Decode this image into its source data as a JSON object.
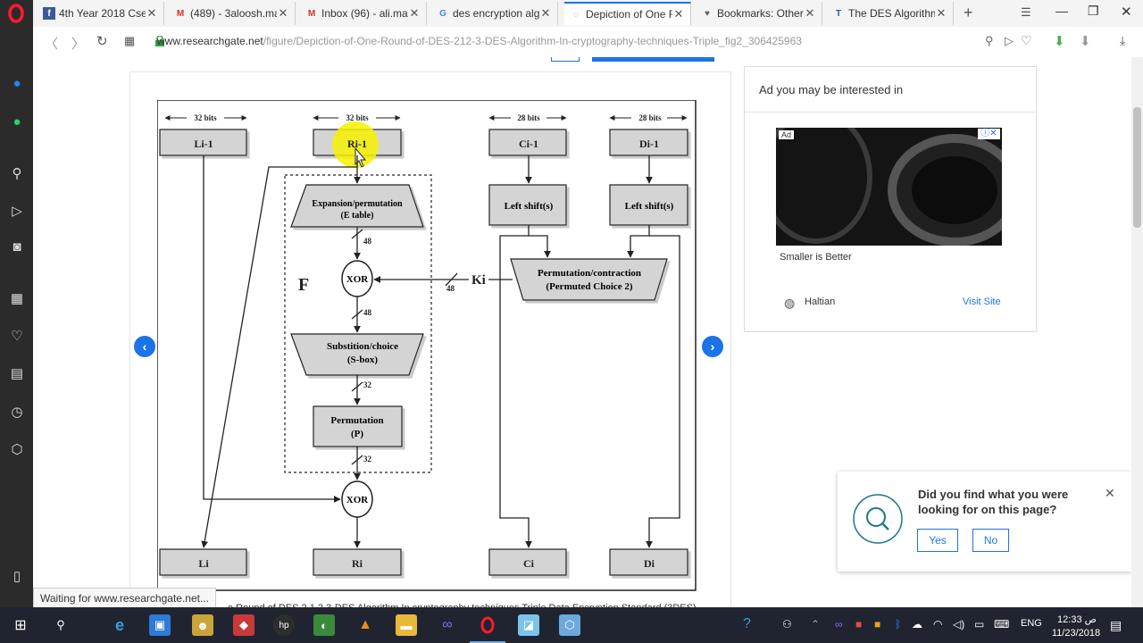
{
  "browser": {
    "tabs": [
      {
        "label": "4th Year 2018 Cse -",
        "icon": "facebook-icon",
        "color": "#3b5998"
      },
      {
        "label": "(489) - 3aloosh.mak",
        "icon": "gmail-icon",
        "color": "#d93025"
      },
      {
        "label": "Inbox (96) - ali.mak",
        "icon": "gmail-icon",
        "color": "#d93025"
      },
      {
        "label": "des encryption algo",
        "icon": "google-icon",
        "color": "#4285f4"
      },
      {
        "label": "Depiction of One Ro",
        "icon": "loading-icon",
        "color": "#888888",
        "active": true
      },
      {
        "label": "Bookmarks: Other b",
        "icon": "heart-icon",
        "color": "#666666"
      },
      {
        "label": "The DES Algorithm",
        "icon": "site-icon",
        "color": "#3b4ea8"
      }
    ],
    "url_domain": "www.researchgate.net",
    "url_path": "/figure/Depiction-of-One-Round-of-DES-212-3-DES-Algorithm-In-cryptography-techniques-Triple_fig2_306425963",
    "status_text": "Waiting for www.researchgate.net..."
  },
  "figure": {
    "caption": "e Round of DES 2.1.2 3-DES Algorithm In cryptography techniques Triple Data Encryption Standard (3DES)",
    "diagram": {
      "bits_32": "32 bits",
      "bits_28": "28 bits",
      "L_prev": "Li-1",
      "R_prev": "Ri-1",
      "C_prev": "Ci-1",
      "D_prev": "Di-1",
      "L_out": "Li",
      "R_out": "Ri",
      "C_out": "Ci",
      "D_out": "Di",
      "expansion_line1": "Expansion/permutation",
      "expansion_line2": "(E table)",
      "xor": "XOR",
      "f_label": "F",
      "k_label": "Ki",
      "sbox_line1": "Substition/choice",
      "sbox_line2": "(S-box)",
      "perm_line1": "Permutation",
      "perm_line2": "(P)",
      "left_shift": "Left shift(s)",
      "pc2_line1": "Permutation/contraction",
      "pc2_line2": "(Permuted Choice 2)",
      "w48": "48",
      "w32": "32"
    }
  },
  "ad": {
    "heading": "Ad you may be interested in",
    "badge": "Ad",
    "tagline": "Smaller is Better",
    "advertiser": "Haltian",
    "cta": "Visit Site"
  },
  "feedback": {
    "question_line1": "Did you find what you were",
    "question_line2": "looking for on this page?",
    "yes": "Yes",
    "no": "No"
  },
  "taskbar": {
    "language": "ENG",
    "time": "12:33 ص",
    "date": "11/23/2018"
  }
}
